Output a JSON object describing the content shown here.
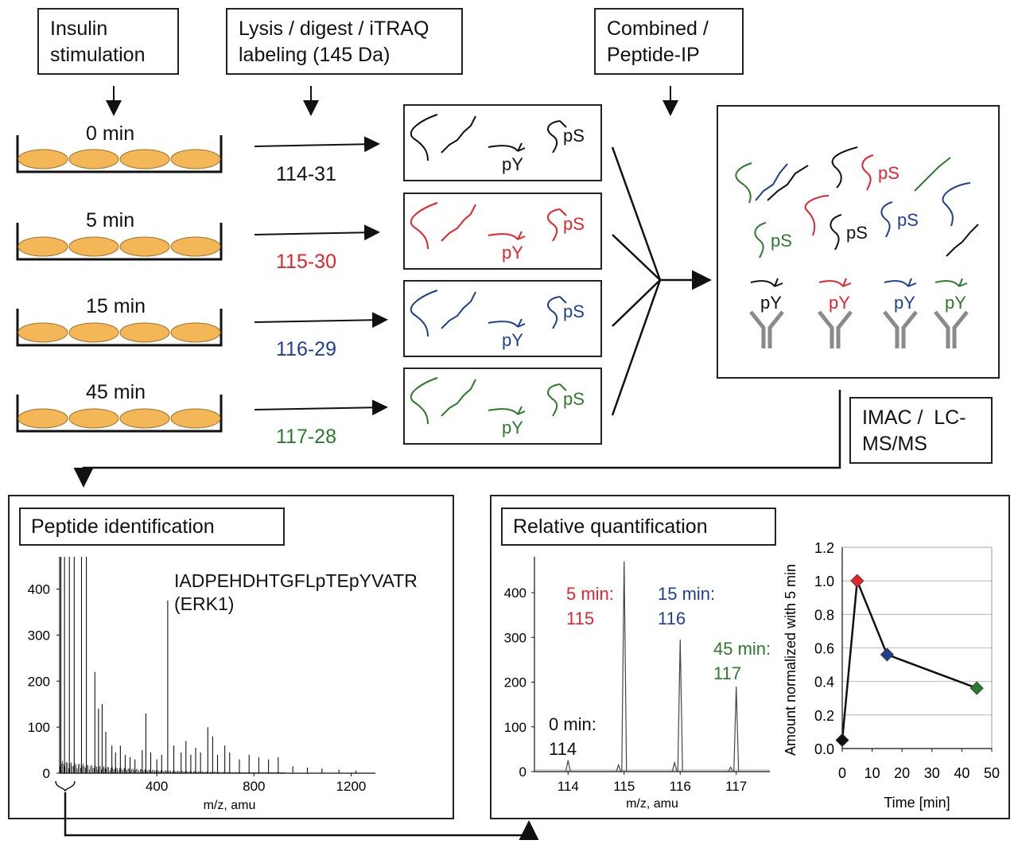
{
  "steps": {
    "insulin": "Insulin\nstimulation",
    "lysis": "Lysis / digest / iTRAQ\nlabeling (145 Da)",
    "combined": "Combined /\nPeptide-IP",
    "imac": "IMAC /  LC-\nMS/MS"
  },
  "samples": [
    {
      "time": "0 min",
      "label": "114-31",
      "color": "#111111"
    },
    {
      "time": "5 min",
      "label": "115-30",
      "color": "#e3242b"
    },
    {
      "time": "15 min",
      "label": "116-29",
      "color": "#1f3f93"
    },
    {
      "time": "45 min",
      "label": "117-28",
      "color": "#2b7a2b"
    }
  ],
  "peptide_marks": {
    "ps": "pS",
    "py": "pY"
  },
  "panels": {
    "identification_title": "Peptide identification",
    "quantification_title": "Relative quantification"
  },
  "peptide": {
    "sequence": "IADPEHDHTGFLpTEpYVATR",
    "protein": "(ERK1)"
  },
  "reporter_labels": [
    {
      "time": "0 min:",
      "mass": "114",
      "color": "#111111"
    },
    {
      "time": "5 min:",
      "mass": "115",
      "color": "#e3242b"
    },
    {
      "time": "15 min:",
      "mass": "116",
      "color": "#1f3f93"
    },
    {
      "time": "45 min:",
      "mass": "117",
      "color": "#2b7a2b"
    }
  ],
  "chart_data": [
    {
      "type": "line",
      "xlabel": "m/z, amu",
      "xlim": [
        0,
        1300
      ],
      "ylim": [
        0,
        470
      ],
      "xticks": [
        "400",
        "800",
        "1200"
      ],
      "yticks": [
        "0",
        "100",
        "200",
        "300",
        "400"
      ],
      "peaks_x": [
        5,
        20,
        40,
        60,
        90,
        110,
        145,
        160,
        175,
        190,
        215,
        230,
        250,
        270,
        290,
        310,
        340,
        355,
        375,
        400,
        420,
        445,
        470,
        500,
        520,
        540,
        560,
        580,
        610,
        630,
        650,
        680,
        700,
        740,
        780,
        820,
        860,
        900,
        960,
        1020,
        1080,
        1150,
        1220
      ],
      "peaks_y": [
        470,
        470,
        470,
        470,
        470,
        470,
        220,
        140,
        150,
        90,
        60,
        45,
        60,
        40,
        35,
        30,
        50,
        130,
        45,
        30,
        40,
        375,
        60,
        45,
        70,
        40,
        55,
        45,
        100,
        80,
        40,
        60,
        45,
        30,
        40,
        35,
        30,
        35,
        15,
        12,
        10,
        8,
        6
      ]
    },
    {
      "type": "line",
      "xlabel": "m/z, amu",
      "xlim": [
        113.4,
        117.6
      ],
      "ylim": [
        0,
        480
      ],
      "xticks": [
        "114",
        "115",
        "116",
        "117"
      ],
      "yticks": [
        "0",
        "100",
        "200",
        "300",
        "400"
      ],
      "peaks_x": [
        114.0,
        114.9,
        115.0,
        115.9,
        116.0,
        116.9,
        117.0
      ],
      "peaks_y": [
        25,
        15,
        470,
        20,
        295,
        10,
        190
      ]
    },
    {
      "type": "line",
      "xlabel": "Time [min]",
      "ylabel": "Amount normalized with 5 min",
      "xlim": [
        0,
        50
      ],
      "ylim": [
        0,
        1.2
      ],
      "xticks": [
        "0",
        "10",
        "20",
        "30",
        "40",
        "50"
      ],
      "yticks": [
        "0.0",
        "0.2",
        "0.4",
        "0.6",
        "0.8",
        "1.0",
        "1.2"
      ],
      "x": [
        0,
        5,
        15,
        45
      ],
      "y": [
        0.05,
        1.0,
        0.56,
        0.36
      ],
      "point_colors": [
        "#111111",
        "#e3242b",
        "#1f3f93",
        "#2b7a2b"
      ]
    }
  ]
}
